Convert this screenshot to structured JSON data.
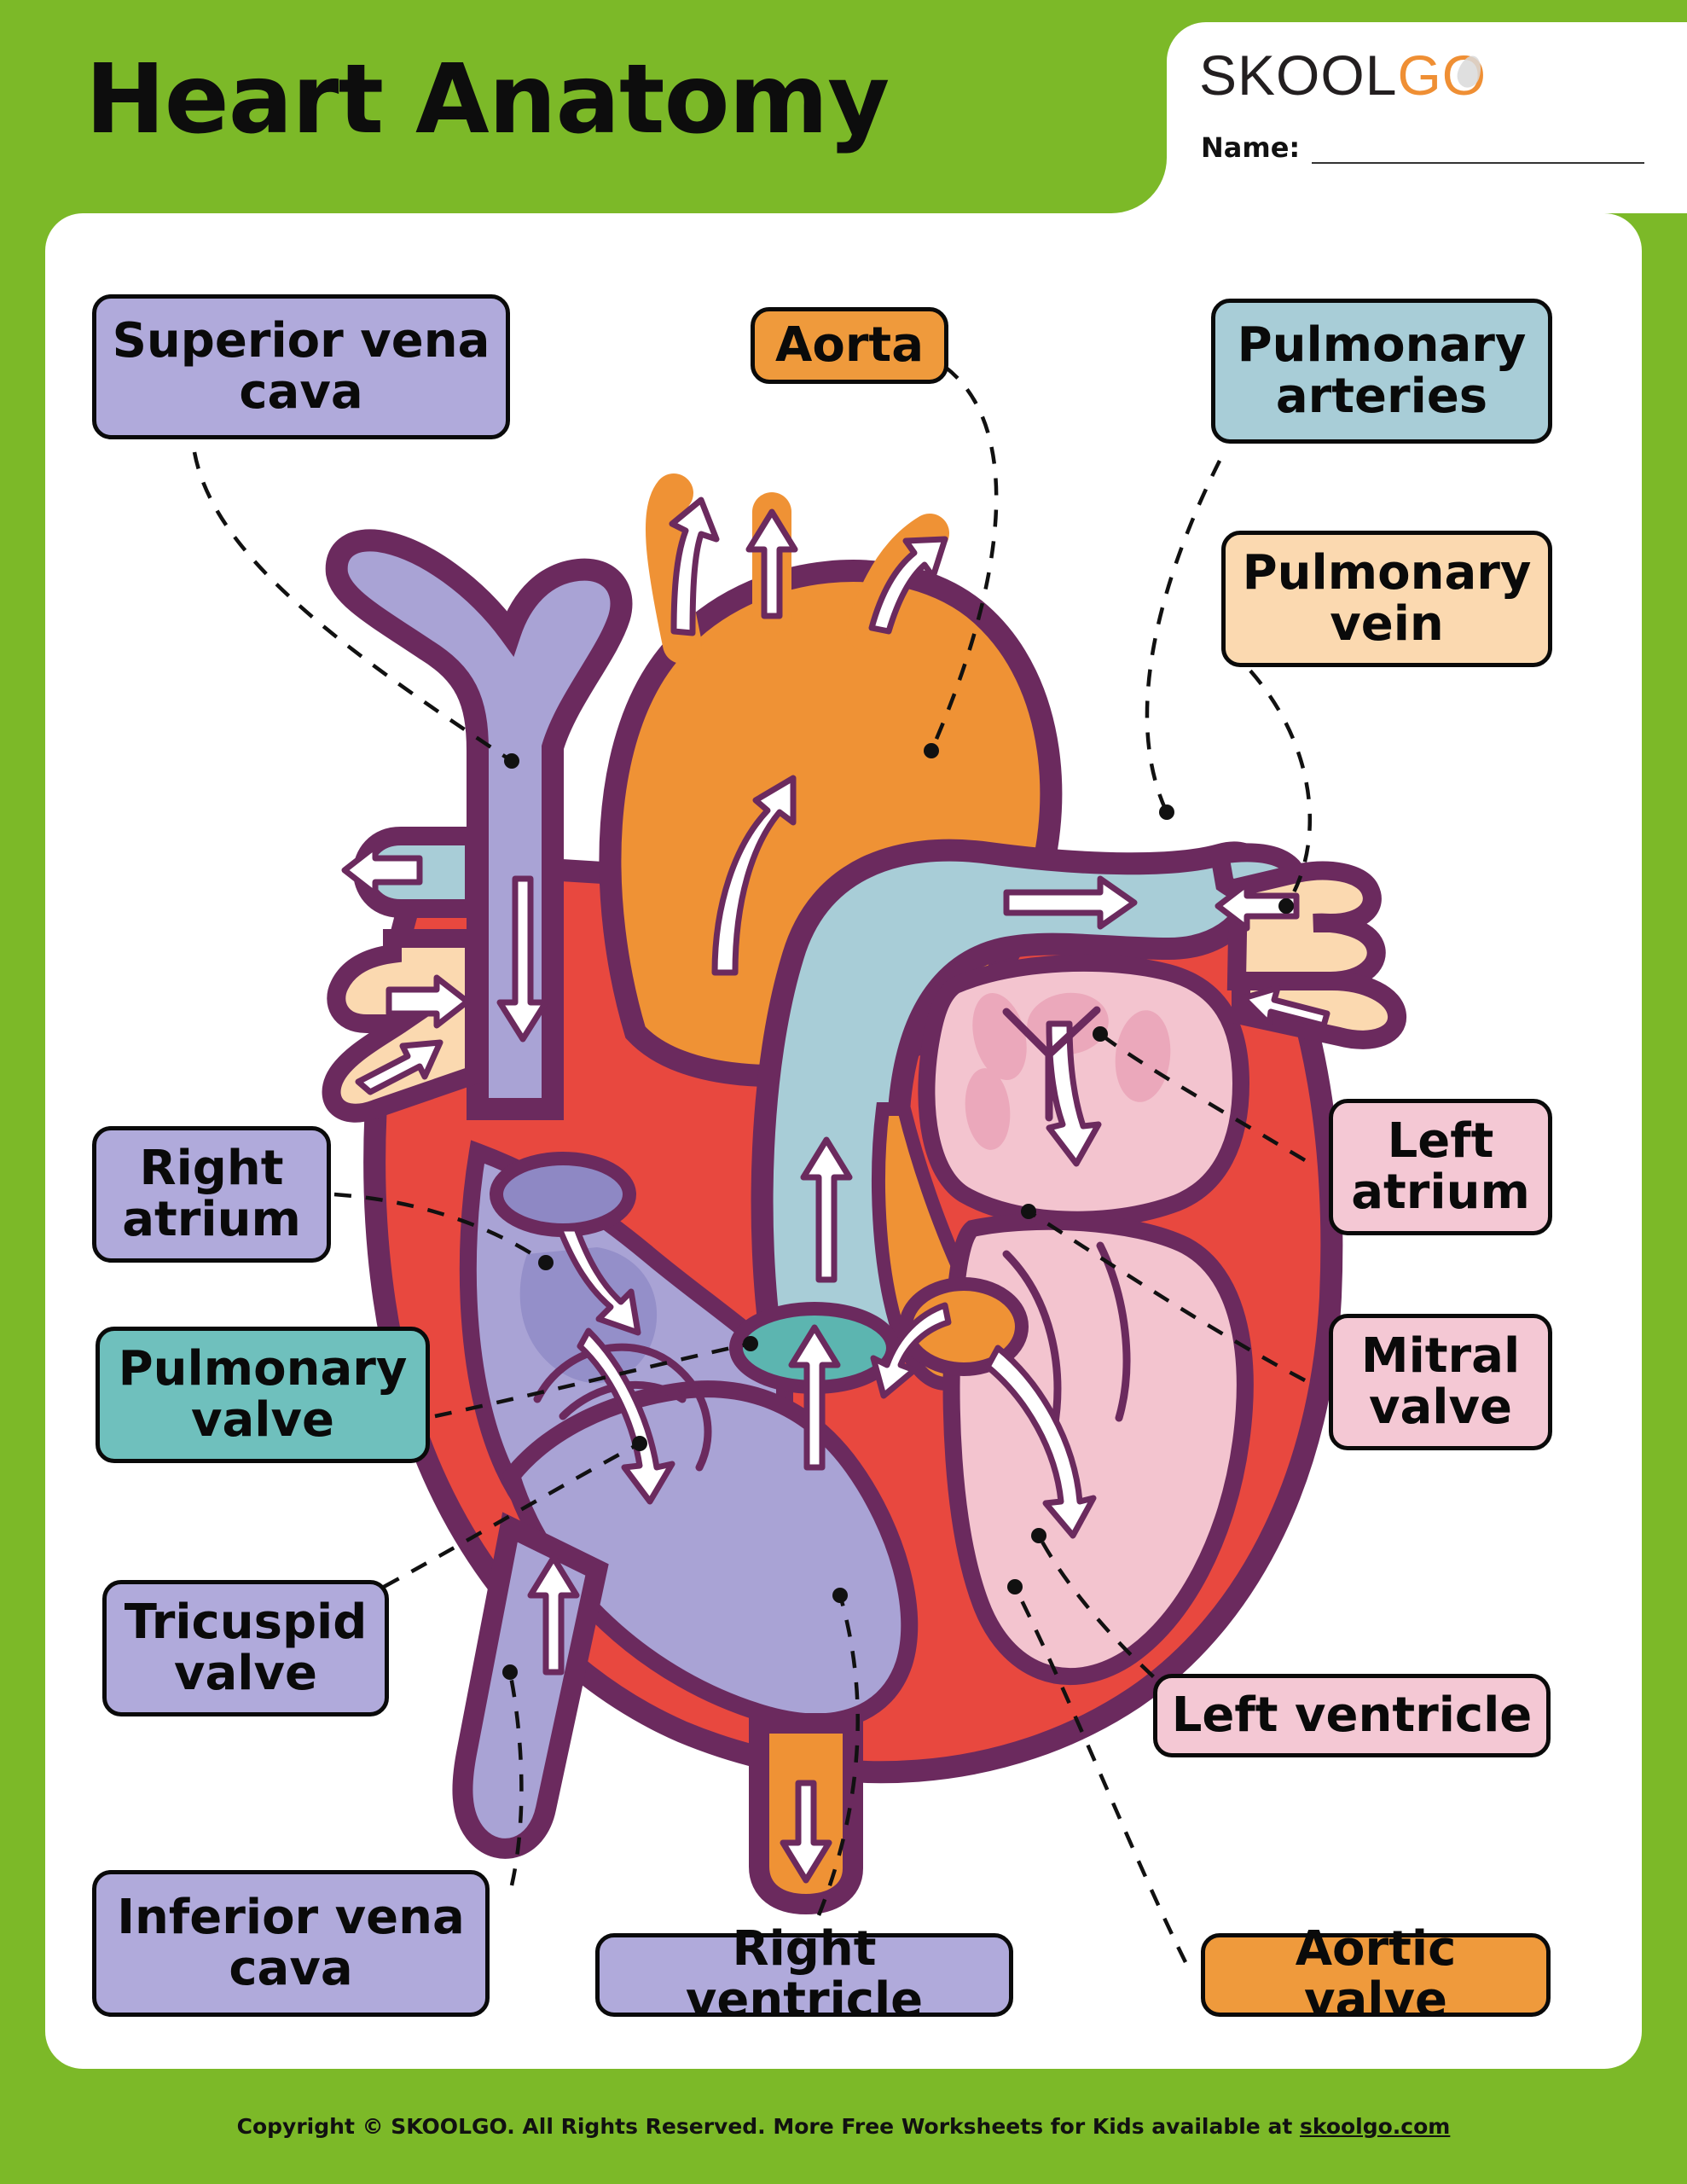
{
  "header": {
    "title": "Heart Anatomy",
    "logo_skool": "SKOOL",
    "logo_go": "GO",
    "name_label": "Name:"
  },
  "footer": {
    "copyright": "Copyright © SKOOLGO. All Rights Reserved. More Free Worksheets for Kids available at ",
    "site": "skoolgo.com"
  },
  "colors": {
    "page_green": "#7cb928",
    "card_white": "#ffffff",
    "outline_purple": "#6b2a5e",
    "myocardium_red": "#e8483f",
    "vein_lavender": "#a9a3d5",
    "artery_orange": "#ef9235",
    "pulmonary_blue": "#a8cdd7",
    "left_pink": "#f3c4cf",
    "peach": "#fbd9b0",
    "teal_valve": "#5cb5b0",
    "label_border": "#0a0a0a"
  },
  "labels": [
    {
      "id": "superior-vena-cava",
      "text": "Superior vena cava",
      "color": "#b0aadb"
    },
    {
      "id": "aorta",
      "text": "Aorta",
      "color": "#ef9a3c"
    },
    {
      "id": "pulmonary-arteries",
      "text": "Pulmonary arteries",
      "color": "#a8cdd7"
    },
    {
      "id": "pulmonary-vein",
      "text": "Pulmonary vein",
      "color": "#fbd9b0"
    },
    {
      "id": "right-atrium",
      "text": "Right atrium",
      "color": "#b0aadb"
    },
    {
      "id": "left-atrium",
      "text": "Left atrium",
      "color": "#f4c8d4"
    },
    {
      "id": "pulmonary-valve",
      "text": "Pulmonary valve",
      "color": "#6fc0bd"
    },
    {
      "id": "mitral-valve",
      "text": "Mitral valve",
      "color": "#f4c8d4"
    },
    {
      "id": "tricuspid-valve",
      "text": "Tricuspid valve",
      "color": "#b0aadb"
    },
    {
      "id": "left-ventricle",
      "text": "Left ventricle",
      "color": "#f4c8d4"
    },
    {
      "id": "inferior-vena-cava",
      "text": "Inferior vena cava",
      "color": "#b0aadb"
    },
    {
      "id": "right-ventricle",
      "text": "Right ventricle",
      "color": "#b0aadb"
    },
    {
      "id": "aortic-valve",
      "text": "Aortic valve",
      "color": "#ef9a3c"
    }
  ],
  "diagram": {
    "name": "labeled cross-section of the human heart with blood-flow arrows",
    "parts": [
      "superior vena cava",
      "inferior vena cava",
      "aorta",
      "aortic arch branches",
      "pulmonary arteries",
      "pulmonary veins",
      "right atrium",
      "right ventricle",
      "left atrium",
      "left ventricle",
      "tricuspid valve",
      "pulmonary valve",
      "mitral valve",
      "aortic valve",
      "myocardium"
    ]
  }
}
